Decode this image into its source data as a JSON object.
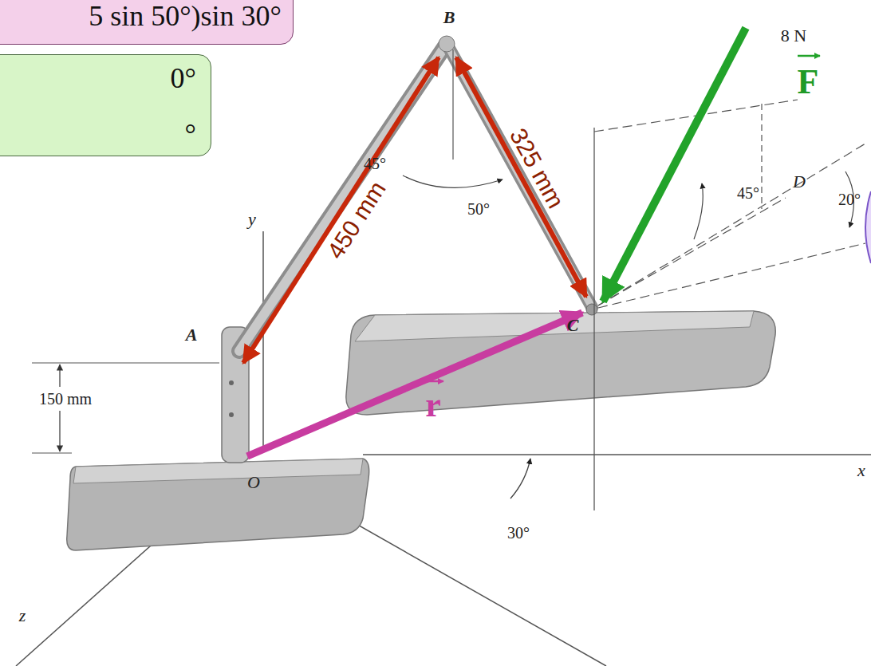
{
  "diagram": {
    "nodes": [
      {
        "text": [
          "5 sin 50°)sin 30°"
        ]
      },
      {
        "text": [
          "0°",
          "°"
        ]
      }
    ],
    "labels": [
      "B",
      "8 N",
      "F",
      "45°",
      "50°",
      "y",
      "450 mm",
      "325 mm",
      "45°",
      "D",
      "20°",
      "C",
      "A",
      "150 mm",
      "r",
      "O",
      "30°",
      "x",
      "z"
    ]
  }
}
